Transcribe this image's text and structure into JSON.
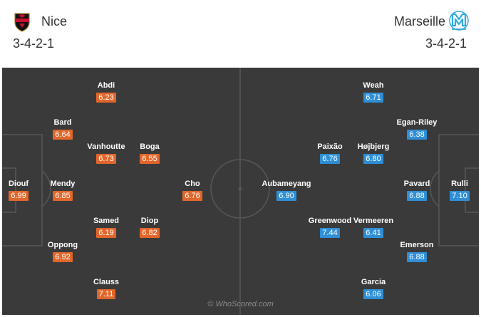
{
  "home": {
    "name": "Nice",
    "formation": "3-4-2-1",
    "rating_color": "#e2662a"
  },
  "away": {
    "name": "Marseille",
    "formation": "3-4-2-1",
    "rating_color": "#2e8fd6"
  },
  "home_players": [
    {
      "name": "Diouf",
      "rating": "6.99"
    },
    {
      "name": "Bard",
      "rating": "6.64"
    },
    {
      "name": "Mendy",
      "rating": "6.85"
    },
    {
      "name": "Oppong",
      "rating": "6.92"
    },
    {
      "name": "Abdi",
      "rating": "6.23"
    },
    {
      "name": "Vanhoutte",
      "rating": "6.73"
    },
    {
      "name": "Samed",
      "rating": "6.19"
    },
    {
      "name": "Clauss",
      "rating": "7.11"
    },
    {
      "name": "Boga",
      "rating": "6.55"
    },
    {
      "name": "Diop",
      "rating": "6.82"
    },
    {
      "name": "Cho",
      "rating": "6.76"
    }
  ],
  "away_players": [
    {
      "name": "Rulli",
      "rating": "7.10"
    },
    {
      "name": "Egan-Riley",
      "rating": "6.38"
    },
    {
      "name": "Pavard",
      "rating": "6.88"
    },
    {
      "name": "Emerson",
      "rating": "6.88"
    },
    {
      "name": "Weah",
      "rating": "6.71"
    },
    {
      "name": "Højbjerg",
      "rating": "6.80"
    },
    {
      "name": "Vermeeren",
      "rating": "6.41"
    },
    {
      "name": "Garcia",
      "rating": "6.06"
    },
    {
      "name": "Paixão",
      "rating": "6.76"
    },
    {
      "name": "Greenwood",
      "rating": "7.44"
    },
    {
      "name": "Aubameyang",
      "rating": "6.90"
    }
  ],
  "watermark": "© WhoScored.com"
}
